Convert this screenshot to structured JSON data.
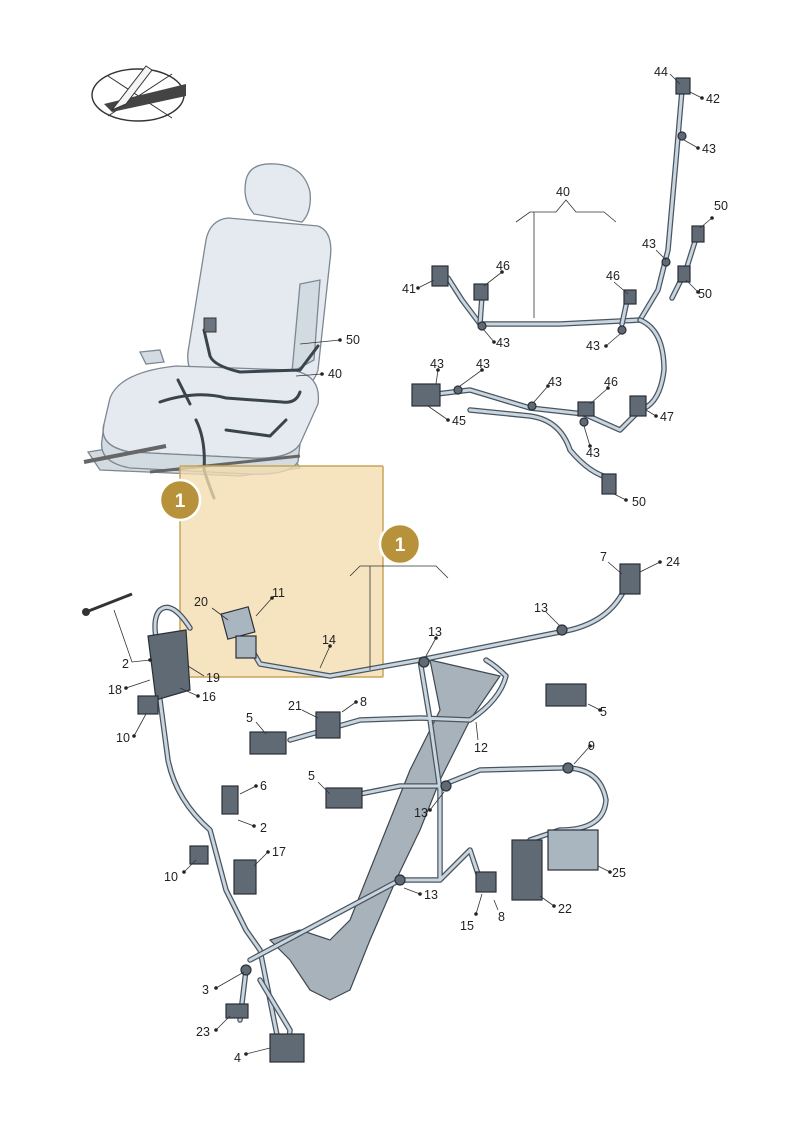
{
  "highlight_color": "#f3dcae",
  "badge_color": "#b8923a",
  "badges": [
    "1",
    "1"
  ],
  "callouts": {
    "c50a": "50",
    "c40a": "40",
    "c44": "44",
    "c42": "42",
    "c43a": "43",
    "c40b": "40",
    "c50b": "50",
    "c43b": "43",
    "c46a": "46",
    "c46b": "46",
    "c41": "41",
    "c50c": "50",
    "c43c": "43",
    "c43d": "43",
    "c43e": "43",
    "c43f": "43",
    "c43g": "43",
    "c46c": "46",
    "c45": "45",
    "c47": "47",
    "c43h": "43",
    "c50d": "50",
    "c7": "7",
    "c24": "24",
    "c13a": "13",
    "c13b": "13",
    "c20": "20",
    "c11": "11",
    "c14": "14",
    "c2a": "2",
    "c19": "19",
    "c18": "18",
    "c16": "16",
    "c10a": "10",
    "c21": "21",
    "c8a": "8",
    "c5a": "5",
    "c5b": "5",
    "c12": "12",
    "c9": "9",
    "c5c": "5",
    "c13c": "13",
    "c6": "6",
    "c2b": "2",
    "c17": "17",
    "c10b": "10",
    "c25": "25",
    "c13d": "13",
    "c22": "22",
    "c15": "15",
    "c8b": "8",
    "c3": "3",
    "c23": "23",
    "c4": "4"
  }
}
